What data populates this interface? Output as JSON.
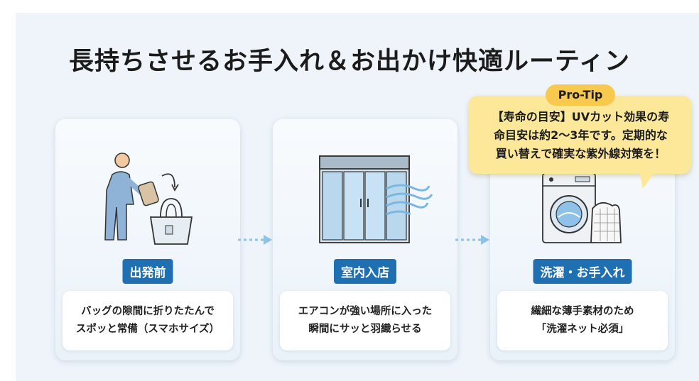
{
  "title": "長持ちさせるお手入れ＆お出かけ快適ルーティン",
  "steps": [
    {
      "label": "出発前",
      "desc_lines": [
        "バッグの隙間に折りたたんで",
        "スポッと常備（スマホサイズ）"
      ],
      "icon": "person-folding-into-tote-bag-icon"
    },
    {
      "label": "室内入店",
      "desc_lines": [
        "エアコンが強い場所に入った",
        "瞬間にサッと羽織らせる"
      ],
      "icon": "automatic-door-with-air-wind-icon"
    },
    {
      "label": "洗濯・お手入れ",
      "desc_lines": [
        "繊細な薄手素材のため",
        "「洗濯ネット必須」"
      ],
      "icon": "washing-machine-and-laundry-net-icon"
    }
  ],
  "tip": {
    "badge": "Pro-Tip",
    "lines": [
      "【寿命の目安】UVカット効果の寿",
      "命目安は約2〜3年です。定期的な",
      "買い替えで確実な紫外線対策を！"
    ]
  },
  "colors": {
    "label_bg": "#1f6fb3",
    "tip_bg": "#fde89a",
    "tip_badge": "#f8c94e",
    "arrow": "#8cc3e6"
  }
}
